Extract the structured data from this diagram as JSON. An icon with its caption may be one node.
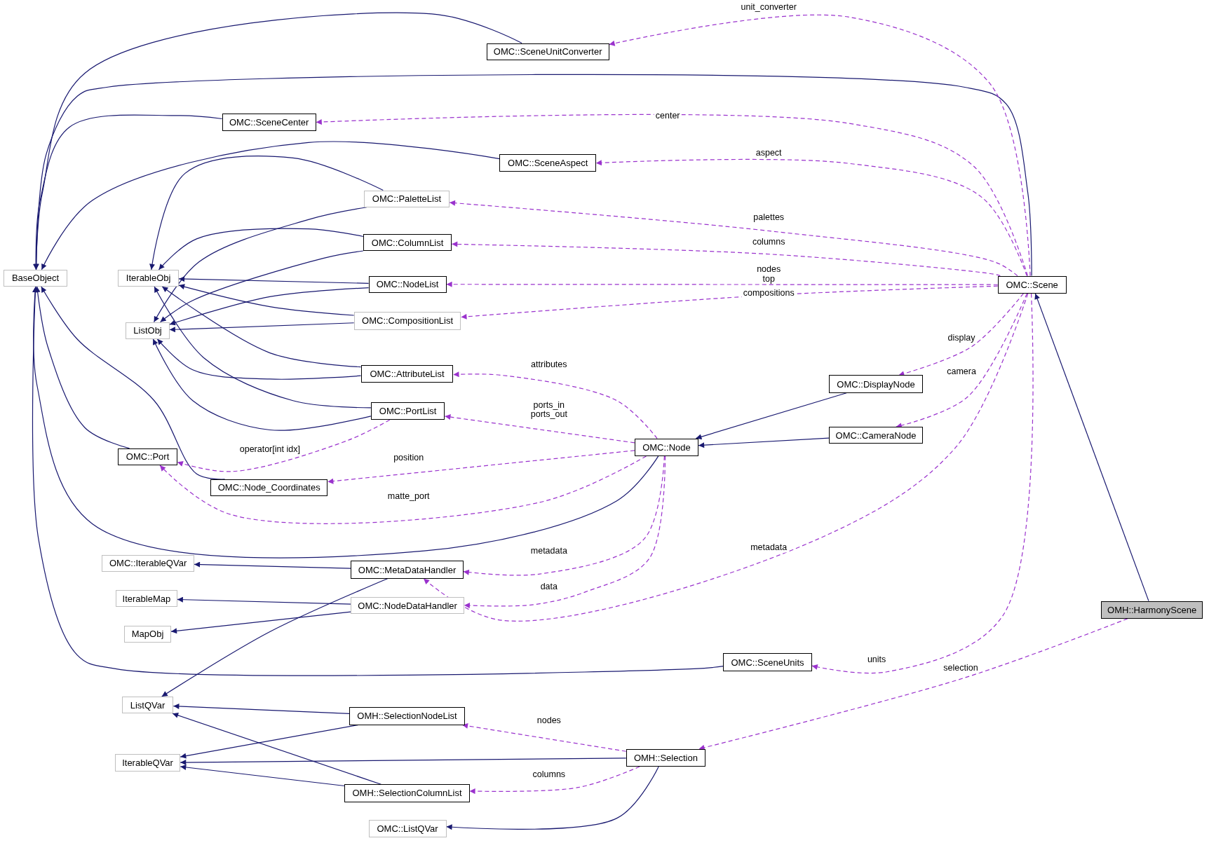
{
  "diagram": {
    "nodes": [
      {
        "text": [
          "BaseObject"
        ]
      },
      {
        "text": [
          "OMC::SceneUnitConverter"
        ]
      },
      {
        "text": [
          "OMC::SceneCenter"
        ]
      },
      {
        "text": [
          "OMC::SceneAspect"
        ]
      },
      {
        "text": [
          "OMC::PaletteList"
        ]
      },
      {
        "text": [
          "IterableObj"
        ]
      },
      {
        "text": [
          "OMC::ColumnList"
        ]
      },
      {
        "text": [
          "OMC::NodeList"
        ]
      },
      {
        "text": [
          "ListObj"
        ]
      },
      {
        "text": [
          "OMC::CompositionList"
        ]
      },
      {
        "text": [
          "OMC::Scene"
        ]
      },
      {
        "text": [
          "OMC::AttributeList"
        ]
      },
      {
        "text": [
          "OMC::DisplayNode"
        ]
      },
      {
        "text": [
          "OMC::PortList"
        ]
      },
      {
        "text": [
          "OMC::CameraNode"
        ]
      },
      {
        "text": [
          "OMC::Node"
        ]
      },
      {
        "text": [
          "OMC::Port"
        ]
      },
      {
        "text": [
          "OMC::Node_Coordinates"
        ]
      },
      {
        "text": [
          "OMC::IterableQVar"
        ]
      },
      {
        "text": [
          "OMC::MetaDataHandler"
        ]
      },
      {
        "text": [
          "IterableMap"
        ]
      },
      {
        "text": [
          "OMC::NodeDataHandler"
        ]
      },
      {
        "text": [
          "OMH::HarmonyScene"
        ]
      },
      {
        "text": [
          "MapObj"
        ]
      },
      {
        "text": [
          "OMC::SceneUnits"
        ]
      },
      {
        "text": [
          "ListQVar"
        ]
      },
      {
        "text": [
          "OMH::SelectionNodeList"
        ]
      },
      {
        "text": [
          "OMH::Selection"
        ]
      },
      {
        "text": [
          "IterableQVar"
        ]
      },
      {
        "text": [
          "OMH::SelectionColumnList"
        ]
      },
      {
        "text": [
          "OMC::ListQVar"
        ]
      }
    ],
    "edges": [
      {
        "from": 1,
        "to": 0,
        "arrow": "to"
      },
      {
        "from": 10,
        "to": 0,
        "arrow": "to"
      },
      {
        "from": 2,
        "to": 0,
        "arrow": "to"
      },
      {
        "from": 3,
        "to": 0,
        "arrow": "to"
      },
      {
        "from": 4,
        "to": 5,
        "arrow": "to"
      },
      {
        "from": 4,
        "to": 8,
        "arrow": "to"
      },
      {
        "from": 6,
        "to": 5,
        "arrow": "to"
      },
      {
        "from": 6,
        "to": 8,
        "arrow": "to"
      },
      {
        "from": 7,
        "to": 5,
        "arrow": "to"
      },
      {
        "from": 7,
        "to": 8,
        "arrow": "to"
      },
      {
        "from": 9,
        "to": 5,
        "arrow": "to"
      },
      {
        "from": 9,
        "to": 8,
        "arrow": "to"
      },
      {
        "from": 11,
        "to": 5,
        "arrow": "to"
      },
      {
        "from": 11,
        "to": 8,
        "arrow": "to"
      },
      {
        "from": 13,
        "to": 5,
        "arrow": "to"
      },
      {
        "from": 13,
        "to": 8,
        "arrow": "to"
      },
      {
        "from": 16,
        "to": 0,
        "arrow": "to"
      },
      {
        "from": 17,
        "to": 0,
        "arrow": "to"
      },
      {
        "from": 15,
        "to": 0,
        "arrow": "to"
      },
      {
        "from": 12,
        "to": 15,
        "arrow": "to"
      },
      {
        "from": 14,
        "to": 15,
        "arrow": "to"
      },
      {
        "from": 22,
        "to": 10,
        "arrow": "to"
      },
      {
        "from": 19,
        "to": 18,
        "arrow": "to"
      },
      {
        "from": 19,
        "to": 25,
        "arrow": "to"
      },
      {
        "from": 21,
        "to": 20,
        "arrow": "to"
      },
      {
        "from": 21,
        "to": 23,
        "arrow": "to"
      },
      {
        "from": 24,
        "to": 0,
        "arrow": "to"
      },
      {
        "from": 26,
        "to": 25,
        "arrow": "to"
      },
      {
        "from": 26,
        "to": 28,
        "arrow": "to"
      },
      {
        "from": 27,
        "to": 28,
        "arrow": "to"
      },
      {
        "from": 27,
        "to": 30,
        "arrow": "to"
      },
      {
        "from": 29,
        "to": 28,
        "arrow": "to"
      },
      {
        "from": 29,
        "to": 25,
        "arrow": "to"
      },
      {
        "from": 10,
        "to": 1,
        "arrow": "to",
        "label": "unit_converter",
        "style": "dashed",
        "color": "#9a32cd"
      },
      {
        "from": 10,
        "to": 2,
        "arrow": "to",
        "label": "center",
        "style": "dashed",
        "color": "#9a32cd"
      },
      {
        "from": 10,
        "to": 3,
        "arrow": "to",
        "label": "aspect",
        "style": "dashed",
        "color": "#9a32cd"
      },
      {
        "from": 10,
        "to": 4,
        "arrow": "to",
        "label": "palettes",
        "style": "dashed",
        "color": "#9a32cd"
      },
      {
        "from": 10,
        "to": 6,
        "arrow": "to",
        "label": "columns",
        "style": "dashed",
        "color": "#9a32cd"
      },
      {
        "from": 10,
        "to": 7,
        "arrow": "to",
        "label": "nodes top",
        "style": "dashed",
        "color": "#9a32cd"
      },
      {
        "from": 10,
        "to": 9,
        "arrow": "to",
        "label": "compositions",
        "style": "dashed",
        "color": "#9a32cd"
      },
      {
        "from": 10,
        "to": 12,
        "arrow": "to",
        "label": "display",
        "style": "dashed",
        "color": "#9a32cd"
      },
      {
        "from": 10,
        "to": 14,
        "arrow": "to",
        "label": "camera",
        "style": "dashed",
        "color": "#9a32cd"
      },
      {
        "from": 10,
        "to": 19,
        "arrow": "to",
        "label": "metadata",
        "style": "dashed",
        "color": "#9a32cd"
      },
      {
        "from": 10,
        "to": 24,
        "arrow": "to",
        "label": "units",
        "style": "dashed",
        "color": "#9a32cd"
      },
      {
        "from": 22,
        "to": 27,
        "arrow": "to",
        "label": "selection",
        "style": "dashed",
        "color": "#9a32cd"
      },
      {
        "from": 15,
        "to": 11,
        "arrow": "to",
        "label": "attributes",
        "style": "dashed",
        "color": "#9a32cd"
      },
      {
        "from": 15,
        "to": 13,
        "arrow": "to",
        "label": "ports_in ports_out",
        "style": "dashed",
        "color": "#9a32cd"
      },
      {
        "from": 15,
        "to": 17,
        "arrow": "to",
        "label": "position",
        "style": "dashed",
        "color": "#9a32cd"
      },
      {
        "from": 15,
        "to": 16,
        "arrow": "to",
        "label": "matte_port",
        "style": "dashed",
        "color": "#9a32cd"
      },
      {
        "from": 13,
        "to": 16,
        "arrow": "to",
        "label": "operator[int idx]",
        "style": "dashed",
        "color": "#9a32cd"
      },
      {
        "from": 15,
        "to": 19,
        "arrow": "to",
        "label": "metadata",
        "style": "dashed",
        "color": "#9a32cd"
      },
      {
        "from": 15,
        "to": 21,
        "arrow": "to",
        "label": "data",
        "style": "dashed",
        "color": "#9a32cd"
      },
      {
        "from": 27,
        "to": 26,
        "arrow": "to",
        "label": "nodes",
        "style": "dashed",
        "color": "#9a32cd"
      },
      {
        "from": 27,
        "to": 29,
        "arrow": "to",
        "label": "columns",
        "style": "dashed",
        "color": "#9a32cd"
      }
    ]
  }
}
